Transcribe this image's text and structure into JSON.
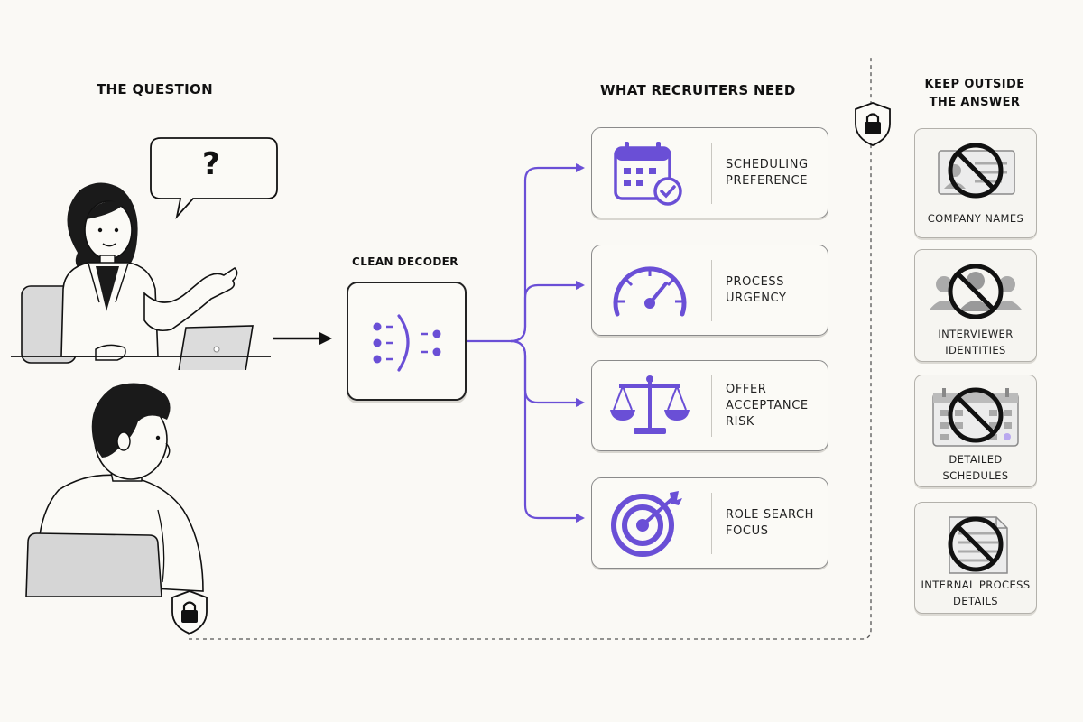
{
  "headings": {
    "question": "THE QUESTION",
    "needs": "WHAT RECRUITERS NEED",
    "outside": "KEEP OUTSIDE\nTHE ANSWER",
    "decoder": "CLEAN DECODER"
  },
  "speech_bubble": {
    "symbol": "?"
  },
  "needs": [
    {
      "label": "SCHEDULING\nPREFERENCE",
      "icon": "calendar-check-icon"
    },
    {
      "label": "PROCESS\nURGENCY",
      "icon": "speedometer-icon"
    },
    {
      "label": "OFFER\nACCEPTANCE\nRISK",
      "icon": "balance-scale-icon"
    },
    {
      "label": "ROLE SEARCH\nFOCUS",
      "icon": "target-arrow-icon"
    }
  ],
  "excluded": [
    {
      "label": "COMPANY NAMES",
      "icon": "id-card-prohibited-icon"
    },
    {
      "label": "INTERVIEWER\nIDENTITIES",
      "icon": "people-prohibited-icon"
    },
    {
      "label": "DETAILED\nSCHEDULES",
      "icon": "calendar-prohibited-icon"
    },
    {
      "label": "INTERNAL PROCESS\nDETAILS",
      "icon": "document-prohibited-icon"
    }
  ],
  "colors": {
    "accent": "#6a4fd6",
    "ink": "#111111",
    "background": "#faf9f5",
    "card_border": "#8a8a8a"
  }
}
